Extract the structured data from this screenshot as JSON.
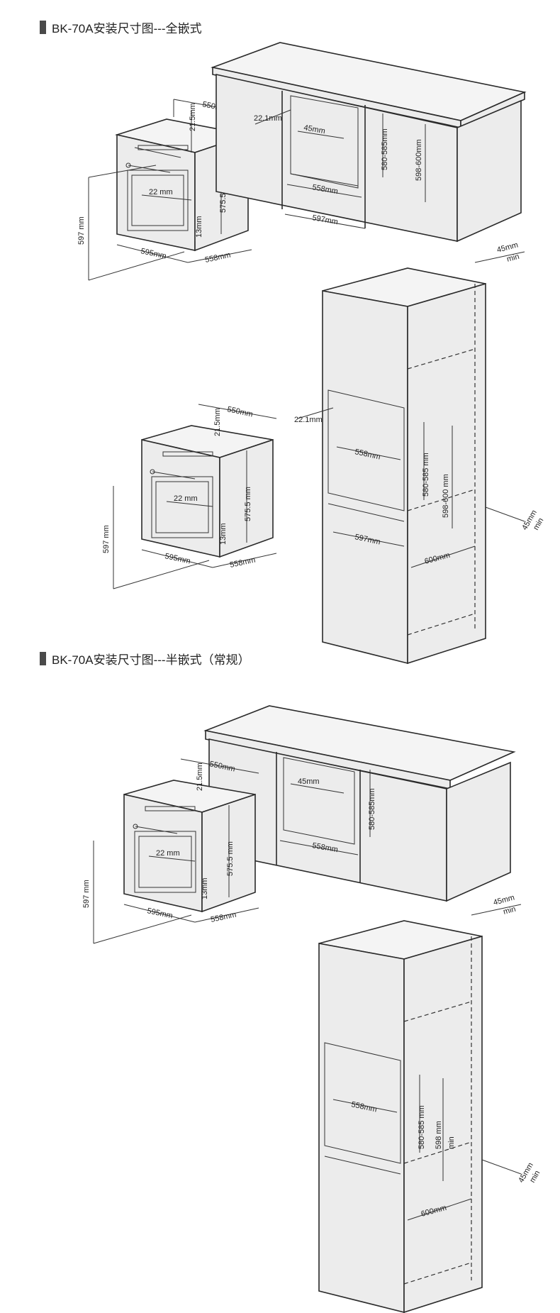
{
  "titles": {
    "full": "BK-70A安装尺寸图---全嵌式",
    "half": "BK-70A安装尺寸图---半嵌式（常规）"
  },
  "labels": {
    "d550": "550mm",
    "d21_5": "21.5mm",
    "d22_1": "22.1mm",
    "d45": "45mm",
    "d22": "22 mm",
    "d575_5": "575.5 mm",
    "d597": "597 mm",
    "d595": "595mm",
    "d558": "558mm",
    "d13": "13mm",
    "d580_585": "580-585 mm",
    "d580_585b": "580-585mm",
    "d598_600": "598-600 mm",
    "d598_600b": "598-600mm",
    "d598": "598 mm",
    "min": "min",
    "d597b": "597mm",
    "d600": "600mm",
    "d45min": "45mm",
    "d558b": "558mm"
  }
}
